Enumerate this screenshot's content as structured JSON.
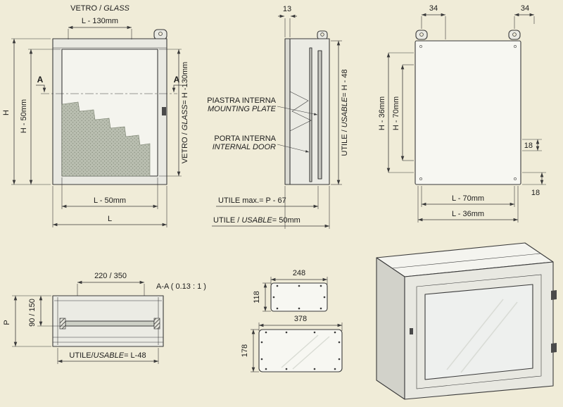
{
  "colors": {
    "background": "#f0ecd8",
    "line": "#3a3a3a",
    "glass": "#b9beb0"
  },
  "front_view": {
    "glass_label_normal": "VETRO / ",
    "glass_label_italic": "GLASS",
    "dim_glass_width": "L - 130mm",
    "dim_total_height": "H",
    "dim_door_height": "H - 50mm",
    "dim_glass_height_normal": "VETRO / ",
    "dim_glass_height_italic": "GLASS",
    "dim_glass_height_rest": "= H -130mm",
    "section_marker": "A",
    "dim_door_width": "L - 50mm",
    "dim_total_width": "L"
  },
  "side_view": {
    "dim_door_depth": "13",
    "mounting_plate_line1": "PIASTRA INTERNA",
    "mounting_plate_line2": "MOUNTING PLATE",
    "internal_door_line1": "PORTA INTERNA",
    "internal_door_line2": "INTERNAL DOOR",
    "dim_usable_height_normal": "UTILE / ",
    "dim_usable_height_italic": "USABLE",
    "dim_usable_height_rest": "= H - 48",
    "note_usable_depth_max": "UTILE max.= P - 67",
    "dim_usable_depth_normal": "UTILE / ",
    "dim_usable_depth_italic": "USABLE",
    "dim_usable_depth_rest": "= 50mm"
  },
  "back_view": {
    "dim_eyelet_left": "34",
    "dim_eyelet_right": "34",
    "dim_height_36": "H - 36mm",
    "dim_height_70": "H - 70mm",
    "dim_offset_top": "18",
    "dim_offset_bottom": "18",
    "dim_width_70": "L - 70mm",
    "dim_width_36": "L - 36mm"
  },
  "section_view": {
    "title": "A-A ( 0.13 : 1 )",
    "dim_glass_width": "220 / 350",
    "dim_glass_depth": "90 / 150",
    "dim_depth": "P",
    "dim_usable_width_normal": "UTILE/",
    "dim_usable_width_italic": "USABLE",
    "dim_usable_width_rest": "= L-48"
  },
  "cutouts": {
    "small_width": "248",
    "small_height": "118",
    "large_width": "378",
    "large_height": "178"
  }
}
